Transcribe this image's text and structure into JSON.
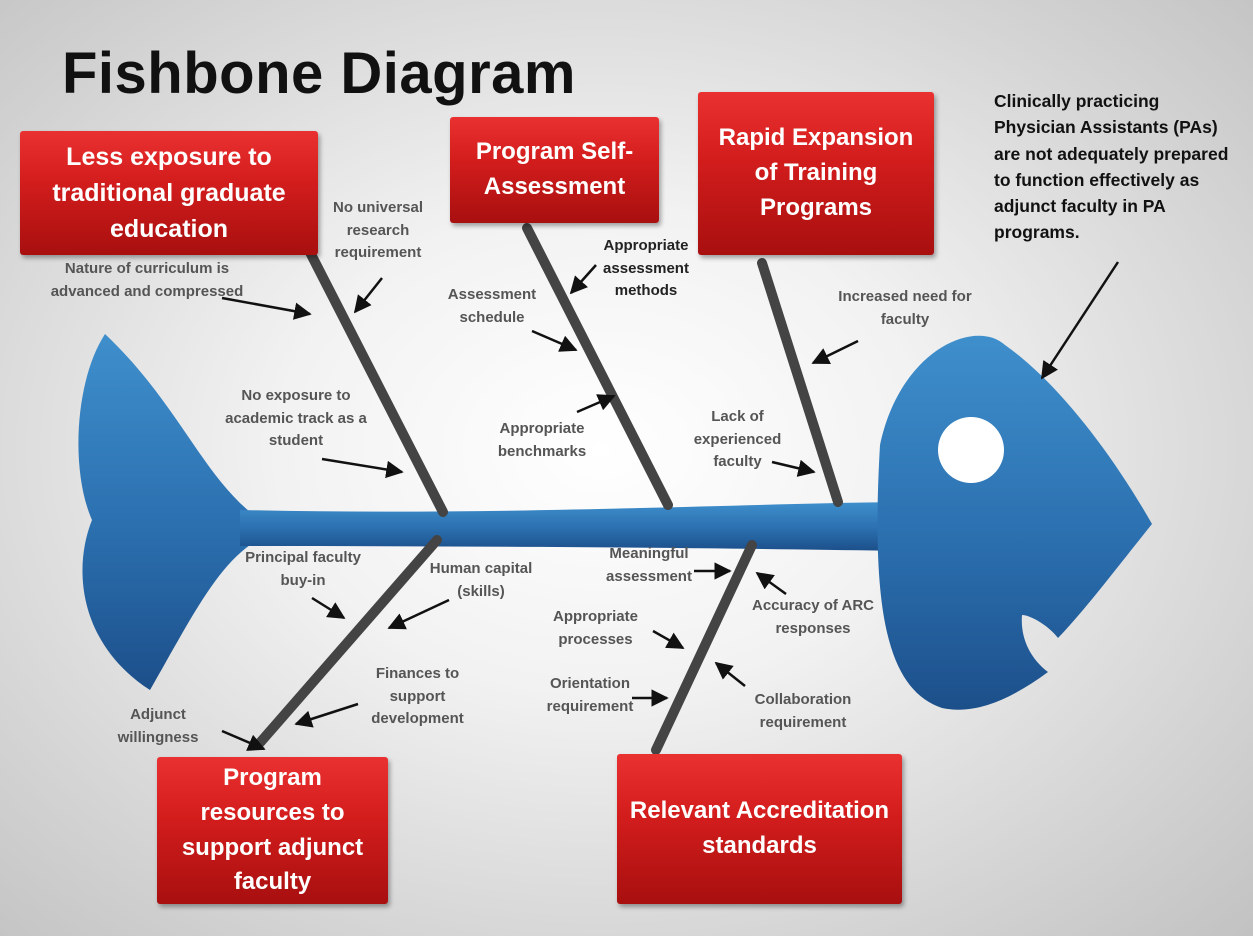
{
  "title": "Fishbone Diagram",
  "problem": "Clinically practicing Physician Assistants (PAs) are not adequately prepared to function effectively as adjunct faculty in PA programs.",
  "categories": {
    "exposure": "Less exposure to traditional graduate education",
    "self_assessment": "Program Self-Assessment",
    "expansion": "Rapid Expansion of Training Programs",
    "resources": "Program resources to support adjunct faculty",
    "accreditation": "Relevant Accreditation standards"
  },
  "causes": {
    "no_universal_research": "No universal research requirement",
    "nature_curriculum": "Nature of curriculum is advanced and compressed",
    "no_exposure_academic": "No exposure to academic track as a student",
    "appropriate_assessment_methods": "Appropriate assessment methods",
    "assessment_schedule": "Assessment schedule",
    "appropriate_benchmarks": "Appropriate benchmarks",
    "increased_need_faculty": "Increased need for faculty",
    "lack_experienced_faculty": "Lack of experienced faculty",
    "principal_faculty_buyin": "Principal faculty buy-in",
    "human_capital": "Human capital (skills)",
    "finances_support": "Finances to support development",
    "adjunct_willingness": "Adjunct willingness",
    "meaningful_assessment": "Meaningful assessment",
    "accuracy_arc": "Accuracy of ARC responses",
    "appropriate_processes": "Appropriate processes",
    "orientation_requirement": "Orientation requirement",
    "collaboration_requirement": "Collaboration requirement"
  },
  "colors": {
    "fish_light": "#3f8fcc",
    "fish_dark": "#1c4f8a",
    "box_red": "#d41d1d",
    "bone": "#444444",
    "arrow": "#111111"
  }
}
